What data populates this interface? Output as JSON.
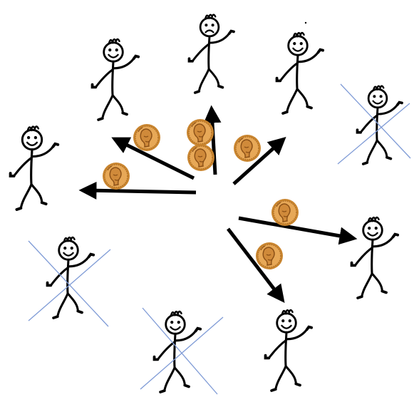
{
  "colors": {
    "ink": "#000000",
    "arrow": "#000000",
    "cross": "#7f9bd6",
    "coin_outer": "#c9852f",
    "coin_inner": "#e7a857",
    "coin_relief": "#8a4f16",
    "background": "#ffffff"
  },
  "icons": {
    "figure": "stick-figure-icon",
    "coin": "coin-icon",
    "cross": "cross-out-mark"
  },
  "figures": [
    {
      "id": "top",
      "mood": "sad",
      "crossed": false,
      "has_arrow": true,
      "coins": 2
    },
    {
      "id": "upper-left",
      "mood": "happy",
      "crossed": false,
      "has_arrow": true,
      "coins": 1
    },
    {
      "id": "upper-right",
      "mood": "happy",
      "crossed": false,
      "has_arrow": true,
      "coins": 1
    },
    {
      "id": "left",
      "mood": "happy",
      "crossed": false,
      "has_arrow": true,
      "coins": 1
    },
    {
      "id": "right-upper",
      "mood": "happy",
      "crossed": true,
      "has_arrow": false,
      "coins": 0
    },
    {
      "id": "right",
      "mood": "happy",
      "crossed": false,
      "has_arrow": true,
      "coins": 1
    },
    {
      "id": "bottom-right",
      "mood": "happy",
      "crossed": false,
      "has_arrow": true,
      "coins": 1
    },
    {
      "id": "bottom-center",
      "mood": "happy",
      "crossed": true,
      "has_arrow": false,
      "coins": 0
    },
    {
      "id": "bottom-left",
      "mood": "happy",
      "crossed": true,
      "has_arrow": false,
      "coins": 0
    }
  ]
}
